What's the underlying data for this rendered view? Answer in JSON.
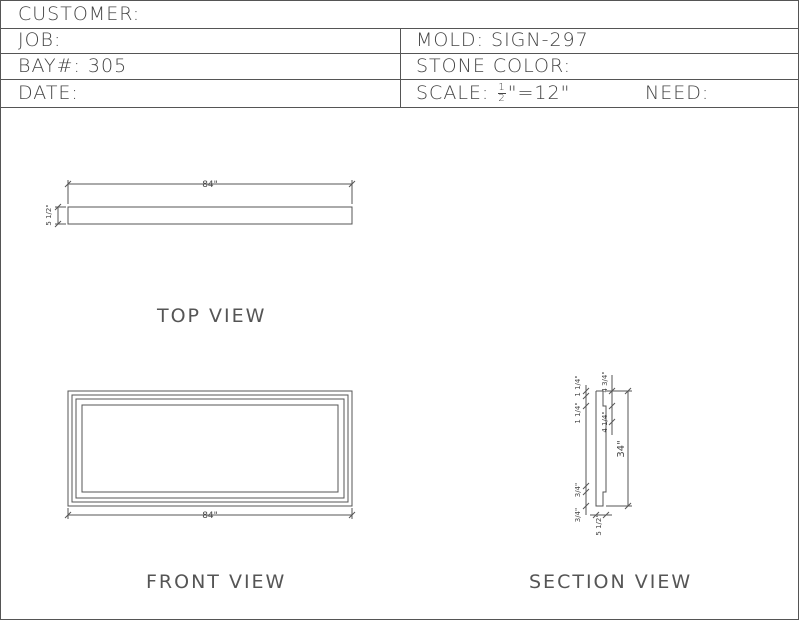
{
  "title_block": {
    "customer_label": "CUSTOMER:",
    "job_label": "JOB:",
    "bay_label": "BAY#: 305",
    "date_label": "DATE:",
    "mold_label": "MOLD: SIGN-297",
    "stone_color_label": "STONE COLOR:",
    "scale_prefix": "SCALE: ",
    "scale_frac_num": "1",
    "scale_frac_den": "2",
    "scale_suffix": "\"=12\"",
    "need_label": "NEED:"
  },
  "views": {
    "top_view": {
      "label": "TOP VIEW",
      "width_dim": "84\"",
      "thickness_dim": "5 1/2\""
    },
    "front_view": {
      "label": "FRONT VIEW",
      "width_dim": "84\""
    },
    "section_view": {
      "label": "SECTION VIEW",
      "height_dim": "34\"",
      "dims": [
        "1 1/4\"",
        "4 3/4\"",
        "1 1/4\"",
        "4 1/4\"",
        "3/4\"",
        "3/4\"",
        "5 1/2\""
      ]
    }
  },
  "colors": {
    "line": "#555555",
    "text": "#444444",
    "background": "#ffffff"
  }
}
